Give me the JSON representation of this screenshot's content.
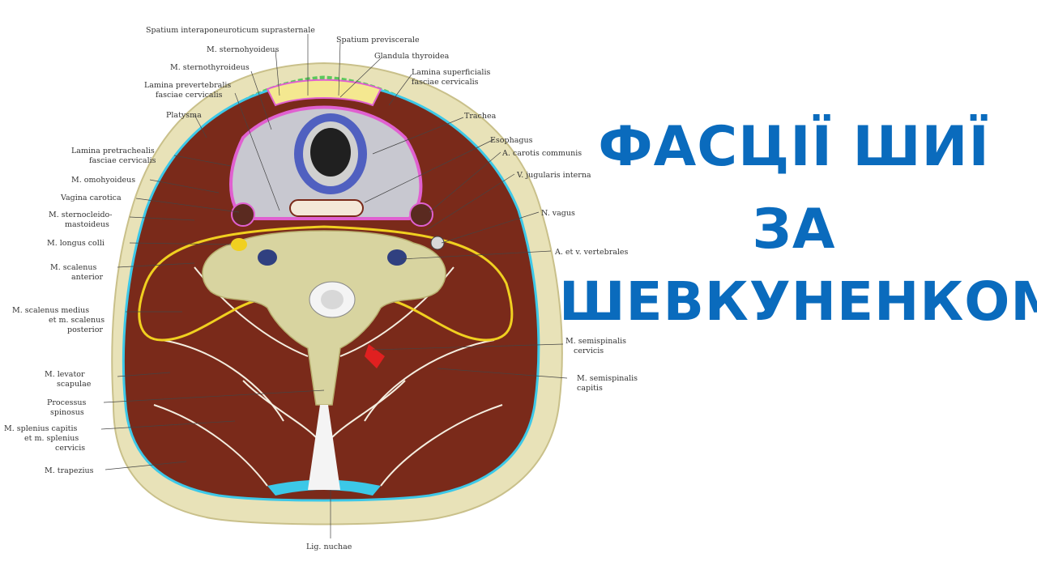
{
  "title": {
    "line1": "ФАСЦІЇ ШИЇ",
    "line2": "ЗА",
    "line3": "ШЕВКУНЕНКОМ"
  },
  "labels": {
    "spatium_interaponeuroticum": "Spatium interaponeuroticum suprasternale",
    "spatium_previscerale": "Spatium previscerale",
    "m_sternohyoideus": "M. sternohyoideus",
    "glandula_thyroidea": "Glandula thyroidea",
    "m_sternothyroideus": "M. sternothyroideus",
    "lamina_superficialis_1": "Lamina superficialis",
    "lamina_superficialis_2": "fasciae cervicalis",
    "lamina_prevertebralis_1": "Lamina prevertebralis",
    "lamina_prevertebralis_2": "fasciae cervicalis",
    "platysma": "Platysma",
    "trachea": "Trachea",
    "esophagus": "Esophagus",
    "lamina_pretrachealis_1": "Lamina pretrachealis",
    "lamina_pretrachealis_2": "fasciae cervicalis",
    "a_carotis": "A. carotis communis",
    "m_omohyoideus": "M. omohyoideus",
    "v_jugularis": "V.  jugularis interna",
    "vagina_carotica": "Vagina carotica",
    "m_sternocleido_1": "M. sternocleido-",
    "m_sternocleido_2": "mastoideus",
    "n_vagus": "N. vagus",
    "m_longus_colli": "M. longus colli",
    "a_v_vertebrales": "A. et v. vertebrales",
    "m_scalenus_ant_1": "M. scalenus",
    "m_scalenus_ant_2": "anterior",
    "m_scalenus_med_1": "M. scalenus medius",
    "m_scalenus_med_2": "et m. scalenus",
    "m_scalenus_med_3": "posterior",
    "m_semispinalis_cerv_1": "M. semispinalis",
    "m_semispinalis_cerv_2": "cervicis",
    "m_levator_1": "M. levator",
    "m_levator_2": "scapulae",
    "m_semispinalis_cap_1": "M. semispinalis",
    "m_semispinalis_cap_2": "capitis",
    "processus_1": "Processus",
    "processus_2": "spinosus",
    "m_splenius_1": "M. splenius capitis",
    "m_splenius_2": "et m. splenius",
    "m_splenius_3": "cervicis",
    "m_trapezius": "M. trapezius",
    "lig_nuchae": "Lig. nuchae"
  },
  "colors": {
    "muscle": "#7a2a1a",
    "fat": "#e8e2b8",
    "superficial_fascia": "#5cc85c",
    "prevertebral_fascia": "#3cc8e8",
    "pretracheal_fascia": "#e060d0",
    "visceral_fascia": "#f0d020",
    "bone": "#d8d4a0",
    "title": "#0a6bbd"
  }
}
